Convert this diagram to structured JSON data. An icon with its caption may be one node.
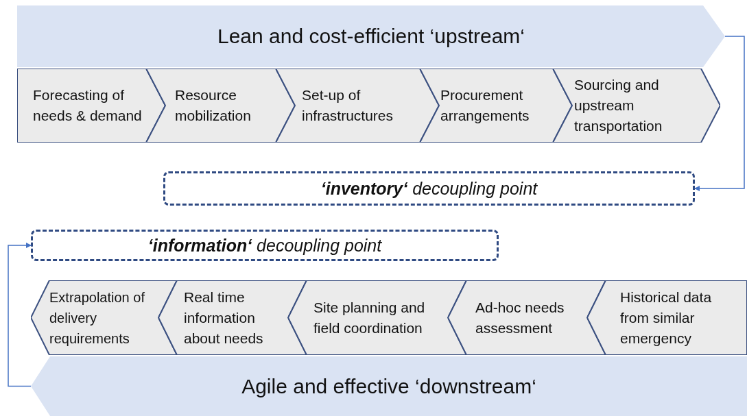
{
  "diagram": {
    "nodes": [
      {
        "text": [
          "Lean and cost-efficient ‘upstream‘"
        ]
      },
      {
        "text": [
          "Forecasting of needs & demand"
        ]
      },
      {
        "text": [
          "Resource mobilization"
        ]
      },
      {
        "text": [
          "Set-up of infrastructures"
        ]
      },
      {
        "text": [
          "Procurement arrangements"
        ]
      },
      {
        "text": [
          "Sourcing and upstream transportation"
        ]
      },
      {
        "text": [
          "**‘inventory‘** decoupling point"
        ]
      },
      {
        "text": [
          "**‘information‘** decoupling point"
        ]
      },
      {
        "text": [
          "Extrapolation of delivery requirements"
        ]
      },
      {
        "text": [
          "Real time information about needs"
        ]
      },
      {
        "text": [
          "Site planning and field coordination"
        ]
      },
      {
        "text": [
          "Ad-hoc needs assessment"
        ]
      },
      {
        "text": [
          "Historical data from similar emergency"
        ]
      },
      {
        "text": [
          "Agile and effective ‘downstream‘"
        ]
      }
    ],
    "edges": [
      {
        "from": 0,
        "to": 6,
        "arrow": "to"
      },
      {
        "from": 13,
        "to": 7,
        "arrow": "to"
      }
    ]
  }
}
